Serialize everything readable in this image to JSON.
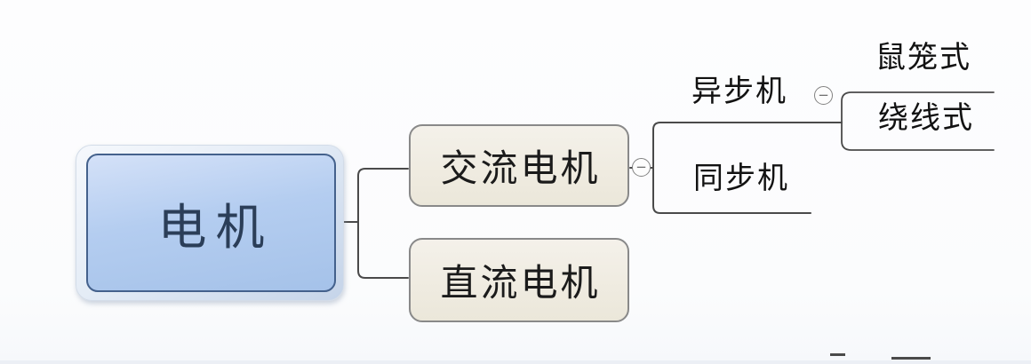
{
  "mindmap": {
    "type": "mindmap",
    "root": {
      "label": "电机"
    },
    "branches": [
      {
        "label": "交流电机",
        "children": [
          {
            "label": "异步机",
            "children": [
              {
                "label": "鼠笼式"
              },
              {
                "label": "绕线式"
              }
            ]
          },
          {
            "label": "同步机",
            "children": []
          }
        ]
      },
      {
        "label": "直流电机",
        "children": []
      }
    ],
    "collapse_glyph": "−",
    "colors": {
      "root_fill": "#b4cdf0",
      "root_border": "#44618c",
      "root_text": "#2b3e58",
      "branch_fill": "#f1eee5",
      "branch_border": "#898989",
      "branch_text": "#1b1b1b",
      "line": "#4a4a4a",
      "background": "#fcfdfe"
    }
  }
}
